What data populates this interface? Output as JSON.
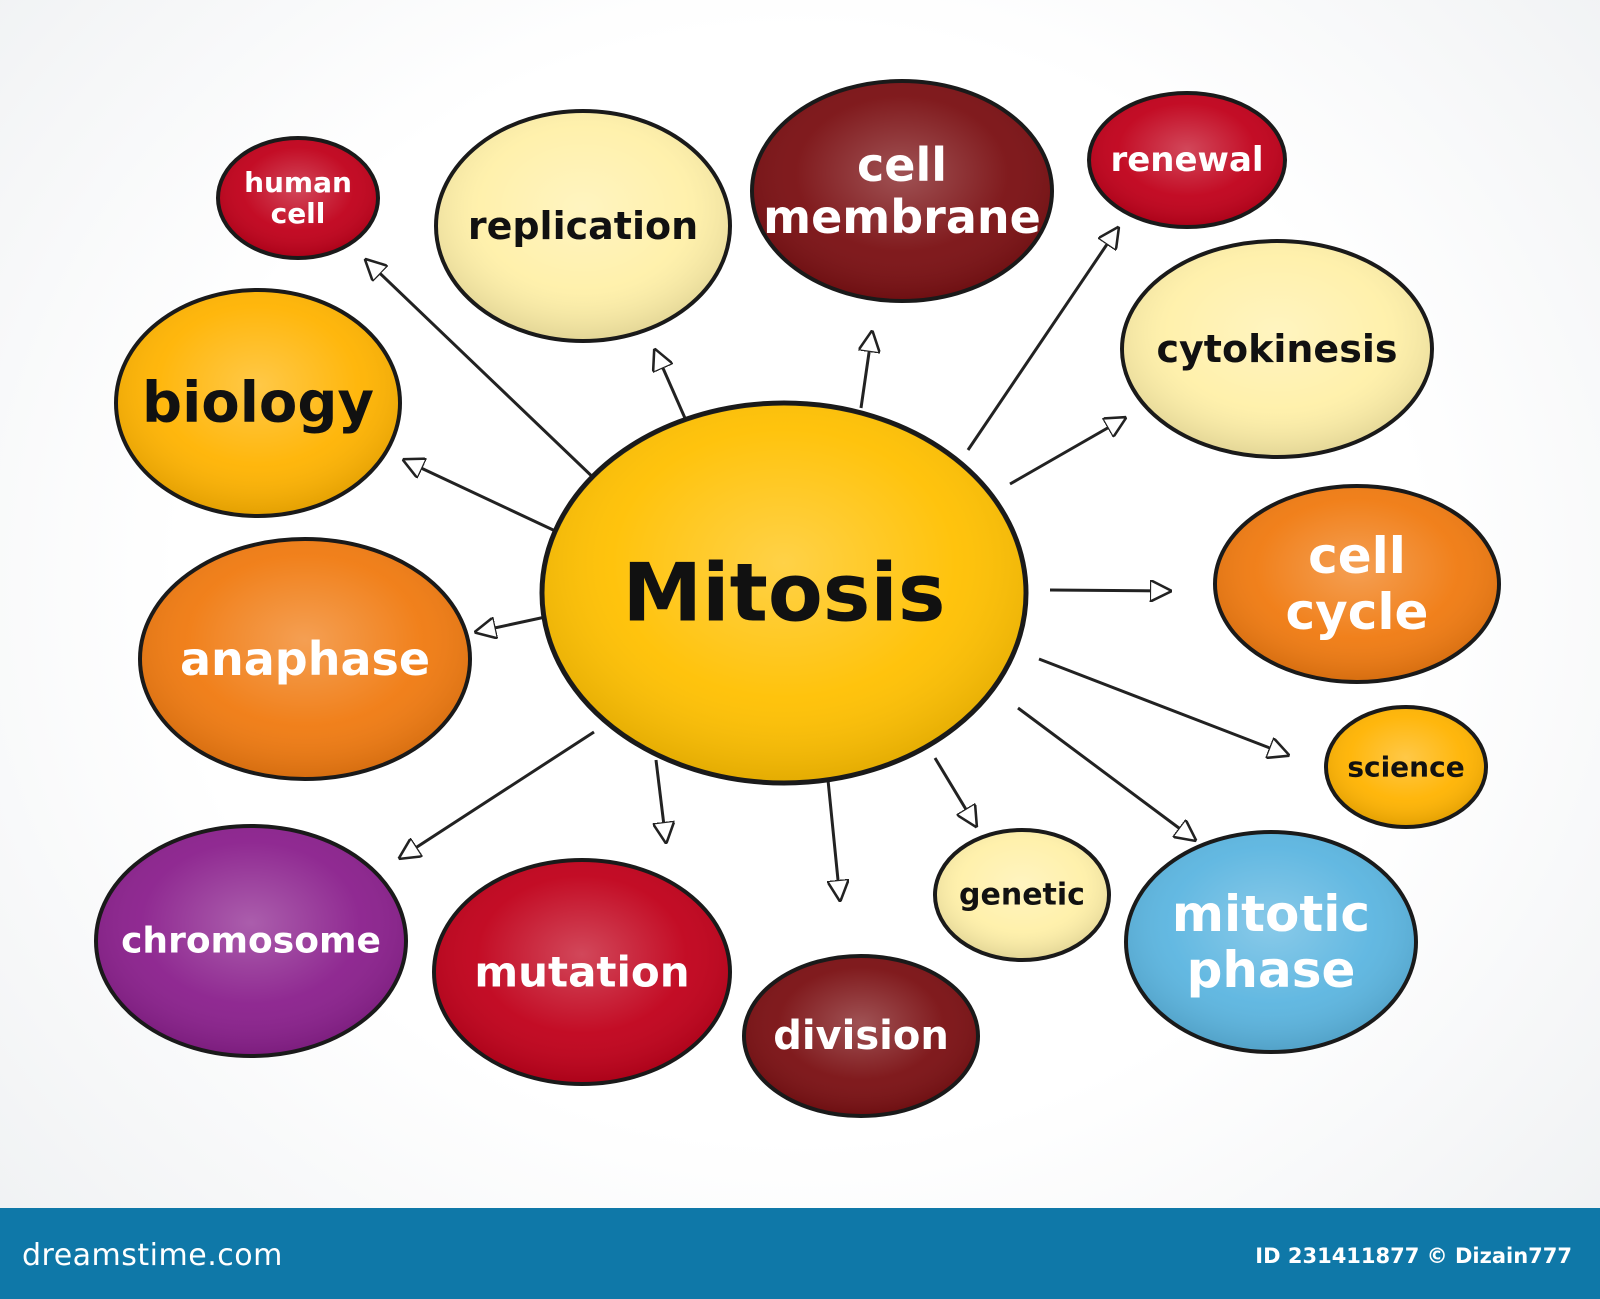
{
  "diagram": {
    "center": {
      "id": "mitosis",
      "label": "Mitosis",
      "fill": "#ffc000",
      "text_color": "#111111"
    },
    "nodes": [
      {
        "id": "human-cell",
        "lines": [
          "human",
          "cell"
        ],
        "fill": "#c0001a",
        "text_color": "#ffffff"
      },
      {
        "id": "replication",
        "lines": [
          "replication"
        ],
        "fill": "#fff0a8",
        "text_color": "#111111"
      },
      {
        "id": "cell-membrane",
        "lines": [
          "cell",
          "membrane"
        ],
        "fill": "#7a0f12",
        "text_color": "#ffffff"
      },
      {
        "id": "renewal",
        "lines": [
          "renewal"
        ],
        "fill": "#c0001a",
        "text_color": "#ffffff"
      },
      {
        "id": "biology",
        "lines": [
          "biology"
        ],
        "fill": "#ffb300",
        "text_color": "#111111"
      },
      {
        "id": "cytokinesis",
        "lines": [
          "cytokinesis"
        ],
        "fill": "#fff0a8",
        "text_color": "#111111"
      },
      {
        "id": "anaphase",
        "lines": [
          "anaphase"
        ],
        "fill": "#f07a10",
        "text_color": "#ffffff"
      },
      {
        "id": "cell-cycle",
        "lines": [
          "cell",
          "cycle"
        ],
        "fill": "#f07a10",
        "text_color": "#ffffff"
      },
      {
        "id": "science",
        "lines": [
          "science"
        ],
        "fill": "#ffb300",
        "text_color": "#111111"
      },
      {
        "id": "chromosome",
        "lines": [
          "chromosome"
        ],
        "fill": "#8a1f8c",
        "text_color": "#ffffff"
      },
      {
        "id": "mutation",
        "lines": [
          "mutation"
        ],
        "fill": "#c0001a",
        "text_color": "#ffffff"
      },
      {
        "id": "division",
        "lines": [
          "division"
        ],
        "fill": "#7a0f12",
        "text_color": "#ffffff"
      },
      {
        "id": "genetic",
        "lines": [
          "genetic"
        ],
        "fill": "#fff0a8",
        "text_color": "#111111"
      },
      {
        "id": "mitotic-phase",
        "lines": [
          "mitotic",
          "phase"
        ],
        "fill": "#5bb5e0",
        "text_color": "#ffffff"
      }
    ]
  },
  "footer": {
    "site": "dreamstime.com",
    "id_text": "ID 231411877 © Dizain777"
  }
}
